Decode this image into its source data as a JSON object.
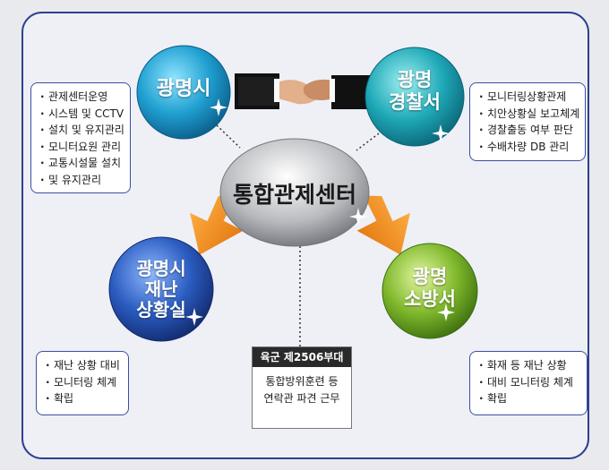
{
  "nodes": {
    "city": {
      "label": "광명시"
    },
    "police": {
      "label_line1": "광명",
      "label_line2": "경찰서"
    },
    "center": {
      "label": "통합관제센터"
    },
    "disaster": {
      "label_line1": "광명시",
      "label_line2": "재난",
      "label_line3": "상황실"
    },
    "fire": {
      "label_line1": "광명",
      "label_line2": "소방서"
    }
  },
  "notes": {
    "city": [
      "관제센터운영",
      "시스템 및 CCTV",
      "설치 및 유지관리",
      "모니터요원 관리",
      "교통시설물 설치",
      "및 유지관리"
    ],
    "police": [
      "모니터링상황관제",
      "치안상황실 보고체계",
      "경찰출동 여부 판단",
      "수배차량 DB 관리"
    ],
    "disaster": [
      "재난 상황 대비",
      "모니터링 체계",
      "확립"
    ],
    "fire": [
      "화재 등 재난 상황",
      "대비 모니터링 체계",
      "확립"
    ]
  },
  "army": {
    "title": "육군 제2506부대",
    "desc_line1": "통합방위훈련 등",
    "desc_line2": "연락관 파견 근무"
  },
  "colors": {
    "frame": "#2f3f8f",
    "arrow": "#f08a1c",
    "city_circle": "#1f9fd0",
    "police_circle": "#1fa9b8",
    "disaster_circle": "#2a5cc0",
    "fire_circle": "#7fb82c",
    "center_circle": "#b9bbbf"
  }
}
